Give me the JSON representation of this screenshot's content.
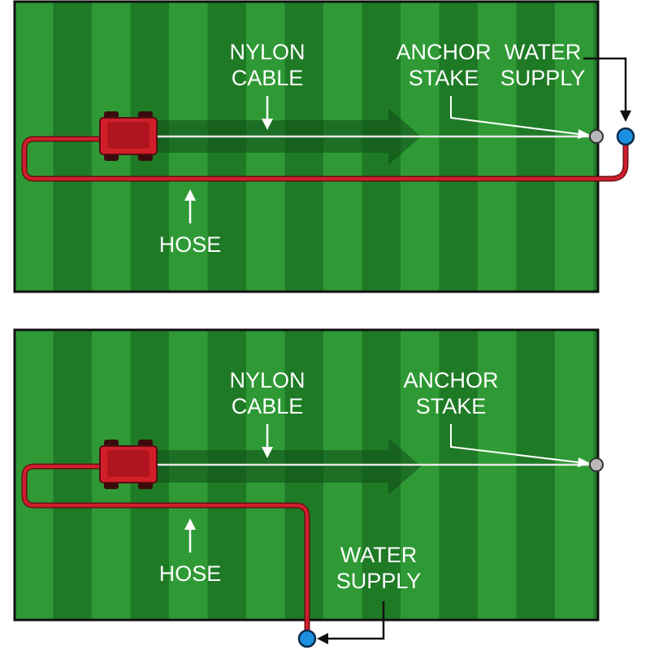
{
  "colors": {
    "stripe_light": "#2f9a35",
    "stripe_dark": "#1f7a26",
    "border": "#111111",
    "hose": "#d01e2c",
    "hose_outline": "#6b0f16",
    "sprinkler": "#d11f2a",
    "cable": "#e6e6e6",
    "stake": "#b8b8b8",
    "water": "#1b8fe0",
    "label": "#ffffff",
    "outside_arrow": "#111111"
  },
  "diagrams": [
    {
      "labels": {
        "nylon_line1": "NYLON",
        "nylon_line2": "CABLE",
        "anchor_line1": "ANCHOR",
        "anchor_line2": "STAKE",
        "water_line1": "WATER",
        "water_line2": "SUPPLY",
        "hose": "HOSE"
      },
      "icons": [
        "sprinkler-cart-icon",
        "anchor-stake-icon",
        "water-supply-icon",
        "direction-arrow-icon"
      ]
    },
    {
      "labels": {
        "nylon_line1": "NYLON",
        "nylon_line2": "CABLE",
        "anchor_line1": "ANCHOR",
        "anchor_line2": "STAKE",
        "water_line1": "WATER",
        "water_line2": "SUPPLY",
        "hose": "HOSE"
      },
      "icons": [
        "sprinkler-cart-icon",
        "anchor-stake-icon",
        "water-supply-icon",
        "direction-arrow-icon"
      ]
    }
  ]
}
